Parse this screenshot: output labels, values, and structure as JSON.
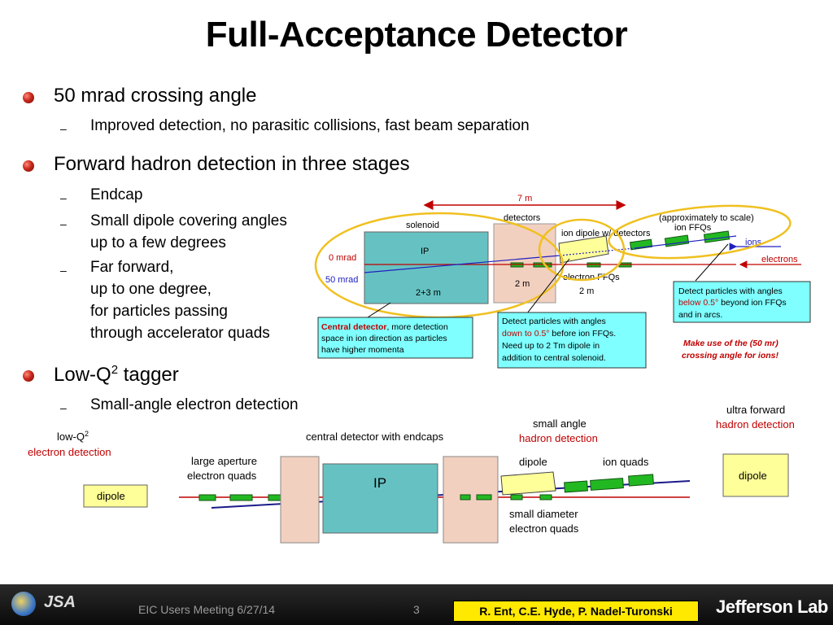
{
  "slide": {
    "title": "Full-Acceptance Detector",
    "bullets": [
      {
        "text": "50 mrad crossing angle",
        "sub": [
          "Improved detection, no parasitic collisions, fast beam separation"
        ]
      },
      {
        "text": "Forward hadron detection in three stages",
        "sub": [
          "Endcap",
          "Small dipole covering angles\nup to a few degrees",
          "Far forward,\nup to one degree,\nfor particles passing\nthrough accelerator quads"
        ]
      },
      {
        "text_main": "Low-Q",
        "text_sup": "2",
        "text_rest": " tagger",
        "sub": [
          "Small-angle electron detection"
        ]
      }
    ]
  },
  "upper_diagram": {
    "dim_7m": "7 m",
    "solenoid": "solenoid",
    "detectors": "detectors",
    "ion_dipole": "ion dipole w/ detectors",
    "scale_note": "(approximately to scale)",
    "ion_ffqs": "ion FFQs",
    "ions": "ions",
    "electrons": "electrons",
    "zero_mrad": "0 mrad",
    "fifty_mrad": "50 mrad",
    "ip": "IP",
    "two_three_m": "2+3 m",
    "two_m_a": "2 m",
    "electron_ffqs": "electron FFQs",
    "two_m_b": "2 m",
    "box_central_bold": "Central detector",
    "box_central_rest": ", more detection",
    "box_central_lines": [
      "space in ion direction as particles",
      "have higher momenta"
    ],
    "box_mid_lines": [
      "Detect particles with angles"
    ],
    "box_mid_red": "down to 0.5°",
    "box_mid_rest": " before ion FFQs.",
    "box_mid_lines2": [
      "Need up to 2 Tm dipole in",
      "addition to central solenoid."
    ],
    "box_right_line1": "Detect particles with angles",
    "box_right_red": "below 0.5°",
    "box_right_rest": " beyond ion FFQs",
    "box_right_line3": "and in arcs.",
    "note_line1": "Make use of the (50 mr)",
    "note_line2": "crossing angle for ions!"
  },
  "lower_diagram": {
    "lowq_label": "low-Q",
    "lowq_sup": "2",
    "lowq_red": "electron detection",
    "dipole_left": "dipole",
    "large_aperture_1": "large aperture",
    "large_aperture_2": "electron quads",
    "central_detector": "central detector with endcaps",
    "ip": "IP",
    "small_angle_1": "small angle",
    "small_angle_red": "hadron detection",
    "dipole_mid": "dipole",
    "ion_quads": "ion quads",
    "small_diameter_1": "small diameter",
    "small_diameter_2": "electron quads",
    "ultra_forward_1": "ultra forward",
    "ultra_forward_red": "hadron detection",
    "dipole_right": "dipole"
  },
  "footer": {
    "meeting": "EIC Users Meeting 6/27/14",
    "page": "3",
    "authors": "R. Ent, C.E. Hyde, P. Nadel-Turonski",
    "lab": "Jefferson Lab",
    "logo_text": "JSA"
  },
  "colors": {
    "red": "#c00000",
    "blue": "#2020c0",
    "yellow_ring": "#f0c020",
    "cyan_box": "#7fffff",
    "teal": "#66c2c2",
    "pink": "#f2d0c0",
    "green_quad": "#22b822",
    "light_yellow": "#ffff99"
  }
}
